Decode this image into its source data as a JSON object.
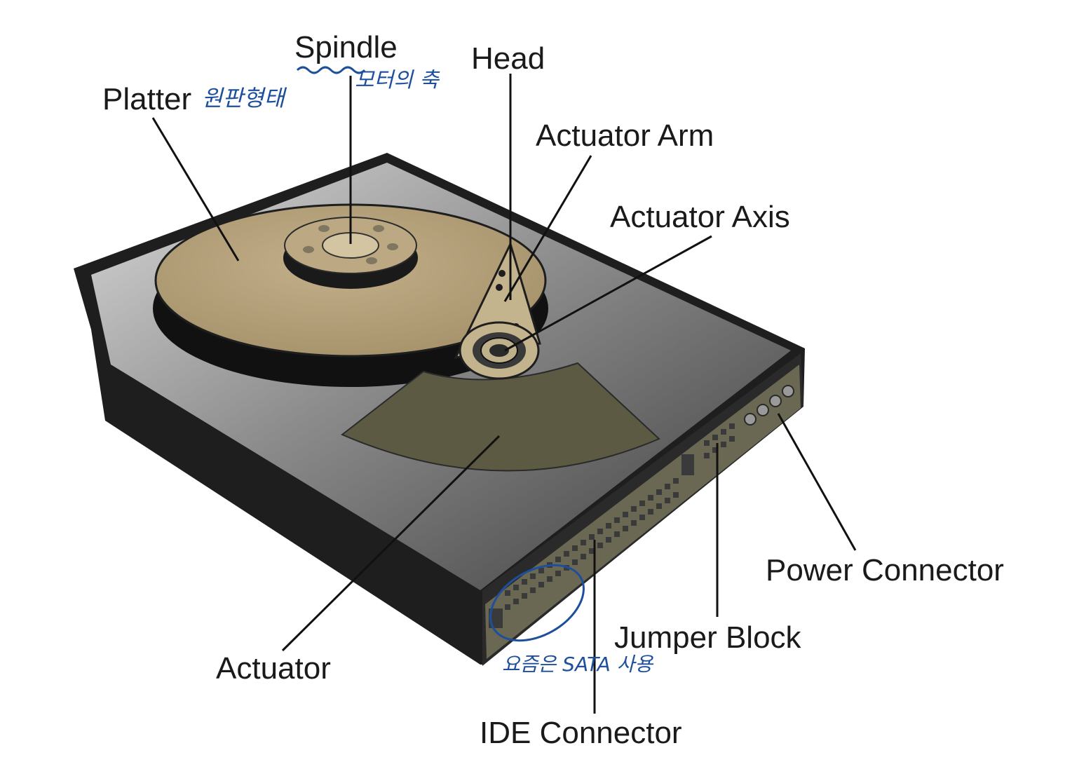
{
  "labels": {
    "platter": "Platter",
    "spindle": "Spindle",
    "head": "Head",
    "actuator_arm": "Actuator Arm",
    "actuator_axis": "Actuator Axis",
    "power_connector": "Power Connector",
    "jumper_block": "Jumper Block",
    "actuator": "Actuator",
    "ide_connector": "IDE Connector"
  },
  "handwritten_notes": {
    "platter_note": "원판형태",
    "spindle_note": "모터의 축",
    "ide_note": "요즘은 SATA 사용"
  },
  "colors": {
    "platter": "#b3a17c",
    "platter_shadow": "#111111",
    "body_dark": "#1e1e1e",
    "body_gray": "#8a8a8a",
    "panel": "#5d5a44",
    "annotation": "#1d4f9c"
  }
}
